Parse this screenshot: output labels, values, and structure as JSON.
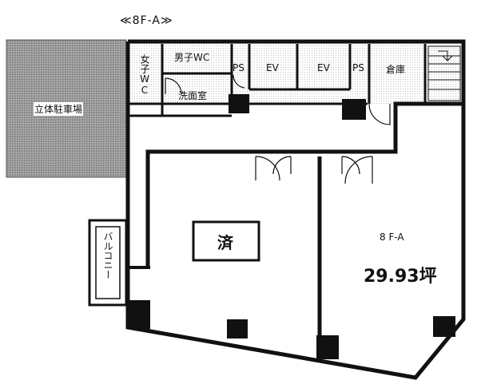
{
  "floor_title": "≪8F-A≫",
  "rooms": {
    "parking": "立体駐車場",
    "womens_wc": "女子WC",
    "mens_wc": "男子WC",
    "washroom": "洗面室",
    "ps_left": "PS",
    "ev_left": "EV",
    "ev_right": "EV",
    "ps_right": "PS",
    "storage": "倉庫",
    "balcony": "バルコニー"
  },
  "contracted_stamp": "済",
  "unit": {
    "name": "8 F-A",
    "area": "29.93坪"
  },
  "colors": {
    "wall": "#111111",
    "hatch": "#8c8c8c",
    "background": "#ffffff"
  }
}
